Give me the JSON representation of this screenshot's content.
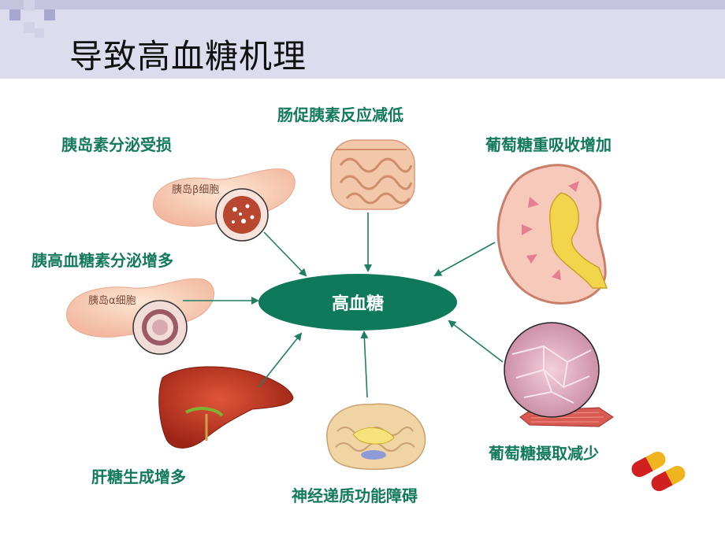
{
  "title": "导致高血糖机理",
  "center": "高血糖",
  "labels": {
    "pancreas_insulin": "胰岛素分泌受损",
    "incretin": "肠促胰素反应减低",
    "glucose_reabsorption": "葡萄糖重吸收增加",
    "glucagon": "胰高血糖素分泌增多",
    "hepatic_glucose": "肝糖生成增多",
    "neuro": "神经递质功能障碍",
    "glucose_uptake": "葡萄糖摄取减少"
  },
  "cell_labels": {
    "beta": "胰岛β细胞",
    "alpha": "胰岛α细胞"
  },
  "colors": {
    "label": "#137a5e",
    "center_fill": "#0f7a5b",
    "arrow": "#1f7f62",
    "header_bg": "#dcdcee"
  }
}
